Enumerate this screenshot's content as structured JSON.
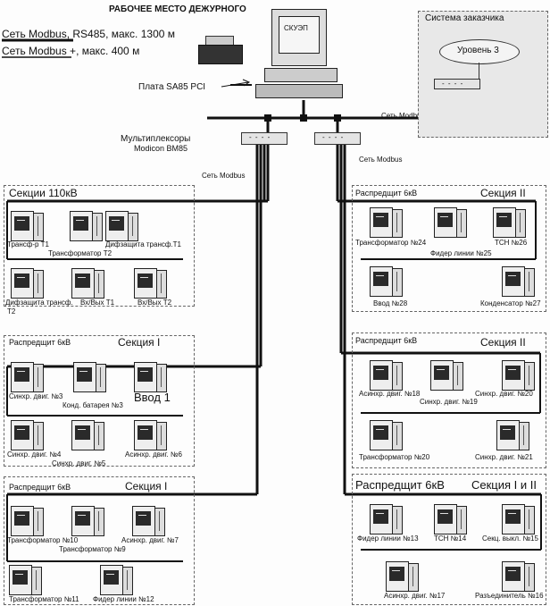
{
  "header": {
    "workstation": "РАБОЧЕЕ МЕСТО ДЕЖУРНОГО",
    "legend_modbus": "Сеть Modbus",
    "legend_modbus_rest": ", RS485, макс. 1300 м",
    "legend_modbus_plus": "Сеть Modbus +",
    "legend_modbus_plus_rest": ", макс. 400 м",
    "screen_label": "СКУЭП",
    "board": "Плата SA85 PCI",
    "mux_label_1": "Мультиплексоры",
    "mux_label_2": "Modicon BM85",
    "net_modbus_plus": "Сеть Modbus+",
    "net_modbus_left": "Сеть Modbus",
    "net_modbus_right": "Сеть Modbus",
    "customer_title": "Система заказчика",
    "customer_level": "Уровень 3"
  },
  "sections": {
    "s110": {
      "title": "Секции 110кВ",
      "devices": [
        "Трансф-р Т1",
        "Трансформатор Т2",
        "Дифзащита трансф.Т1",
        "Дифзащита трансф.",
        "Т2",
        "Вх/Вых Т1",
        "Вх/Вых Т2"
      ]
    },
    "r1": {
      "title": "Распредщит 6кВ",
      "section": "Секция I",
      "devices": [
        "Синхр. двиг. №3",
        "Конд. батарея №3",
        "Ввод 1",
        "Синхр. двиг. №4",
        "Синхр. двиг. №5",
        "Асинхр. двиг. №6"
      ]
    },
    "r2": {
      "title": "Распредщит 6кВ",
      "section": "Секция I",
      "devices": [
        "Трансформатор №10",
        "Трансформатор №9",
        "Асинхр. двиг. №7",
        "Трансформатор №11",
        "Фидер линии №12"
      ]
    },
    "r3": {
      "title": "Распредщит 6кВ",
      "section": "Секция II",
      "devices": [
        "Трансформатор №24",
        "ТСН №26",
        "Фидер линии №25",
        "Ввод №28",
        "Конденсатор №27"
      ]
    },
    "r4": {
      "title": "Распредщит 6кВ",
      "section": "Секция II",
      "devices": [
        "Асинхр. двиг. №18",
        "Синхр. двиг. №19",
        "Синхр. двиг. №20",
        "Трансформатор №20",
        "Синхр. двиг. №21"
      ]
    },
    "r5": {
      "title": "Распредщит 6кВ",
      "section": "Секция I и II",
      "devices": [
        "Фидер линии №13",
        "ТСН №14",
        "Секц. выкл. №15",
        "Асинхр. двиг. №17",
        "Разъединитель №16"
      ]
    }
  }
}
